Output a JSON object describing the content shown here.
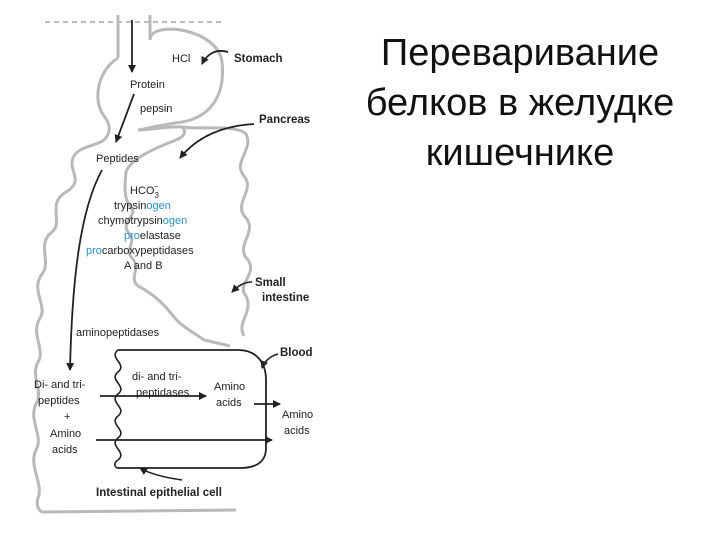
{
  "title": {
    "lines": [
      "Переваривание",
      "белков в желудке",
      "кишечнике"
    ]
  },
  "diagram": {
    "organs": {
      "stomach": "Stomach",
      "pancreas": "Pancreas",
      "small_intestine_1": "Small",
      "small_intestine_2": "intestine",
      "blood": "Blood",
      "cell": "Intestinal epithelial cell"
    },
    "stomach_labels": {
      "hcl": "HCl",
      "protein": "Protein",
      "pepsin": "pepsin"
    },
    "peptides": "Peptides",
    "pancreatic": {
      "hco3": "HCO",
      "hco3_sub": "3",
      "hco3_sup": "−",
      "trypsin": "trypsin",
      "trypsin_suffix": "ogen",
      "chymo": "chymotrypsin",
      "chymo_suffix": "ogen",
      "pro_prefix": "pro",
      "elastase": "elastase",
      "procarboxy_prefix": "pro",
      "carboxy": "carboxypeptidases",
      "ab": "A and B"
    },
    "aminopeptidases": "aminopeptidases",
    "lumen": {
      "di_tri_1": "Di- and tri-",
      "di_tri_2": "peptides",
      "plus": "+",
      "amino_1": "Amino",
      "amino_2": "acids"
    },
    "cell": {
      "dipep_1": "di- and tri-",
      "dipep_2": "peptidases",
      "amino_1": "Amino",
      "amino_2": "acids"
    },
    "blood_out": {
      "amino_1": "Amino",
      "amino_2": "acids"
    }
  },
  "colors": {
    "outline": "#b9b9b9",
    "ink": "#222222",
    "accent_blue": "#2a8fc7"
  }
}
